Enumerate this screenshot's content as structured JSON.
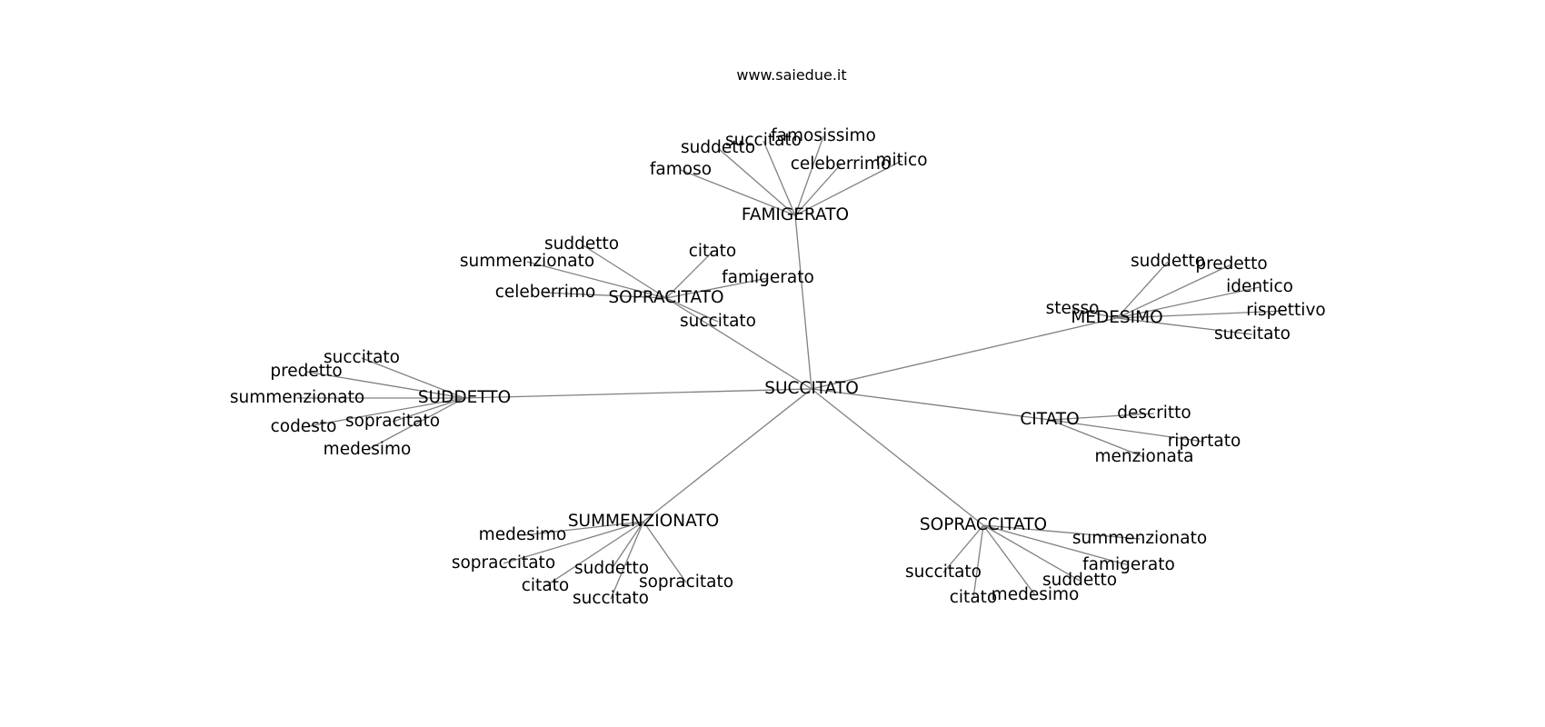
{
  "title": "www.saiedue.it",
  "colors": {
    "edge": "#808080",
    "text": "#000000",
    "background": "#ffffff"
  },
  "graph": {
    "root": "SUCCITATO",
    "clusters": [
      {
        "hub": "FAMIGERATO",
        "leaves": [
          "famoso",
          "suddetto",
          "succitato",
          "famosissimo",
          "celeberrimo",
          "mitico"
        ]
      },
      {
        "hub": "SOPRACITATO",
        "leaves": [
          "suddetto",
          "summenzionato",
          "celeberrimo",
          "citato",
          "famigerato",
          "succitato"
        ]
      },
      {
        "hub": "MEDESIMO",
        "leaves": [
          "suddetto",
          "predetto",
          "identico",
          "stesso",
          "rispettivo",
          "succitato"
        ]
      },
      {
        "hub": "SUDDETTO",
        "leaves": [
          "succitato",
          "predetto",
          "summenzionato",
          "codesto",
          "sopracitato",
          "medesimo"
        ]
      },
      {
        "hub": "CITATO",
        "leaves": [
          "descritto",
          "riportato",
          "menzionata"
        ]
      },
      {
        "hub": "SUMMENZIONATO",
        "leaves": [
          "medesimo",
          "sopraccitato",
          "suddetto",
          "citato",
          "succitato",
          "sopracitato"
        ]
      },
      {
        "hub": "SOPRACCITATO",
        "leaves": [
          "summenzionato",
          "famigerato",
          "suddetto",
          "succitato",
          "citato",
          "medesimo"
        ]
      }
    ]
  }
}
